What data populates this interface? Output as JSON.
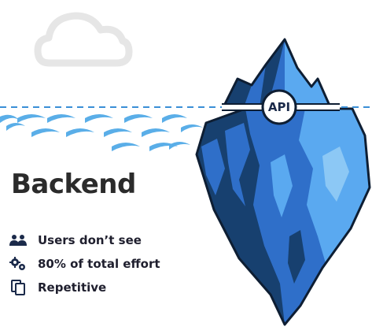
{
  "title": "Backend",
  "api_label": "API",
  "items": [
    {
      "label": "Users don’t see",
      "icon": "users-icon"
    },
    {
      "label": "80% of total effort",
      "icon": "gears-icon"
    },
    {
      "label": "Repetitive",
      "icon": "copy-icon"
    }
  ],
  "colors": {
    "water": "#5aaee8",
    "water_line": "#3a8fd6",
    "ice_dark": "#17406f",
    "ice_mid": "#2f6fc9",
    "ice_light": "#5aa9f0",
    "ice_pale": "#8cc8f5",
    "cloud": "#e6e6e6",
    "text": "#2b2b2b"
  }
}
